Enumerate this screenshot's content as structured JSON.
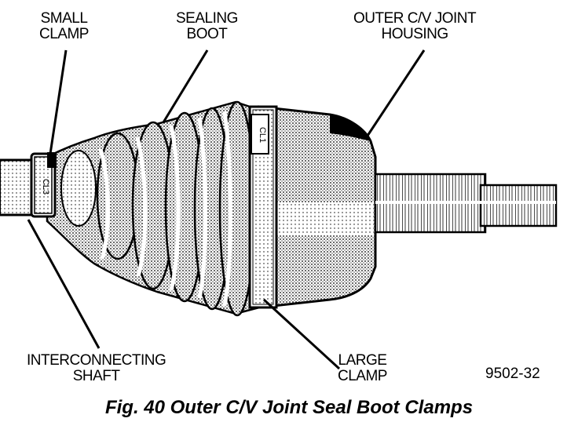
{
  "labels": {
    "small_clamp": [
      "SMALL",
      "CLAMP"
    ],
    "sealing_boot": [
      "SEALING",
      "BOOT"
    ],
    "outer_housing": [
      "OUTER C/V JOINT",
      "HOUSING"
    ],
    "interconnecting_shaft": [
      "INTERCONNECTING",
      "SHAFT"
    ],
    "large_clamp": [
      "LARGE",
      "CLAMP"
    ]
  },
  "figure_number": "9502-32",
  "caption": "Fig. 40 Outer C/V Joint Seal Boot Clamps"
}
